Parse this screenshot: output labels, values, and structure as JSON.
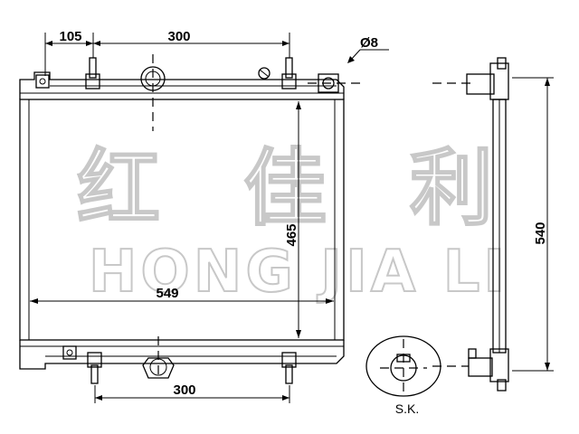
{
  "dimensions": {
    "top_offset": "105",
    "top_spacing": "300",
    "pin_diameter": "Ø8",
    "core_height": "465",
    "core_width": "549",
    "overall_height": "540",
    "bottom_spacing": "300"
  },
  "detail_label": "S.K.",
  "watermark": {
    "chinese": "红 佳 利",
    "latin": "HONG JIA LI"
  }
}
